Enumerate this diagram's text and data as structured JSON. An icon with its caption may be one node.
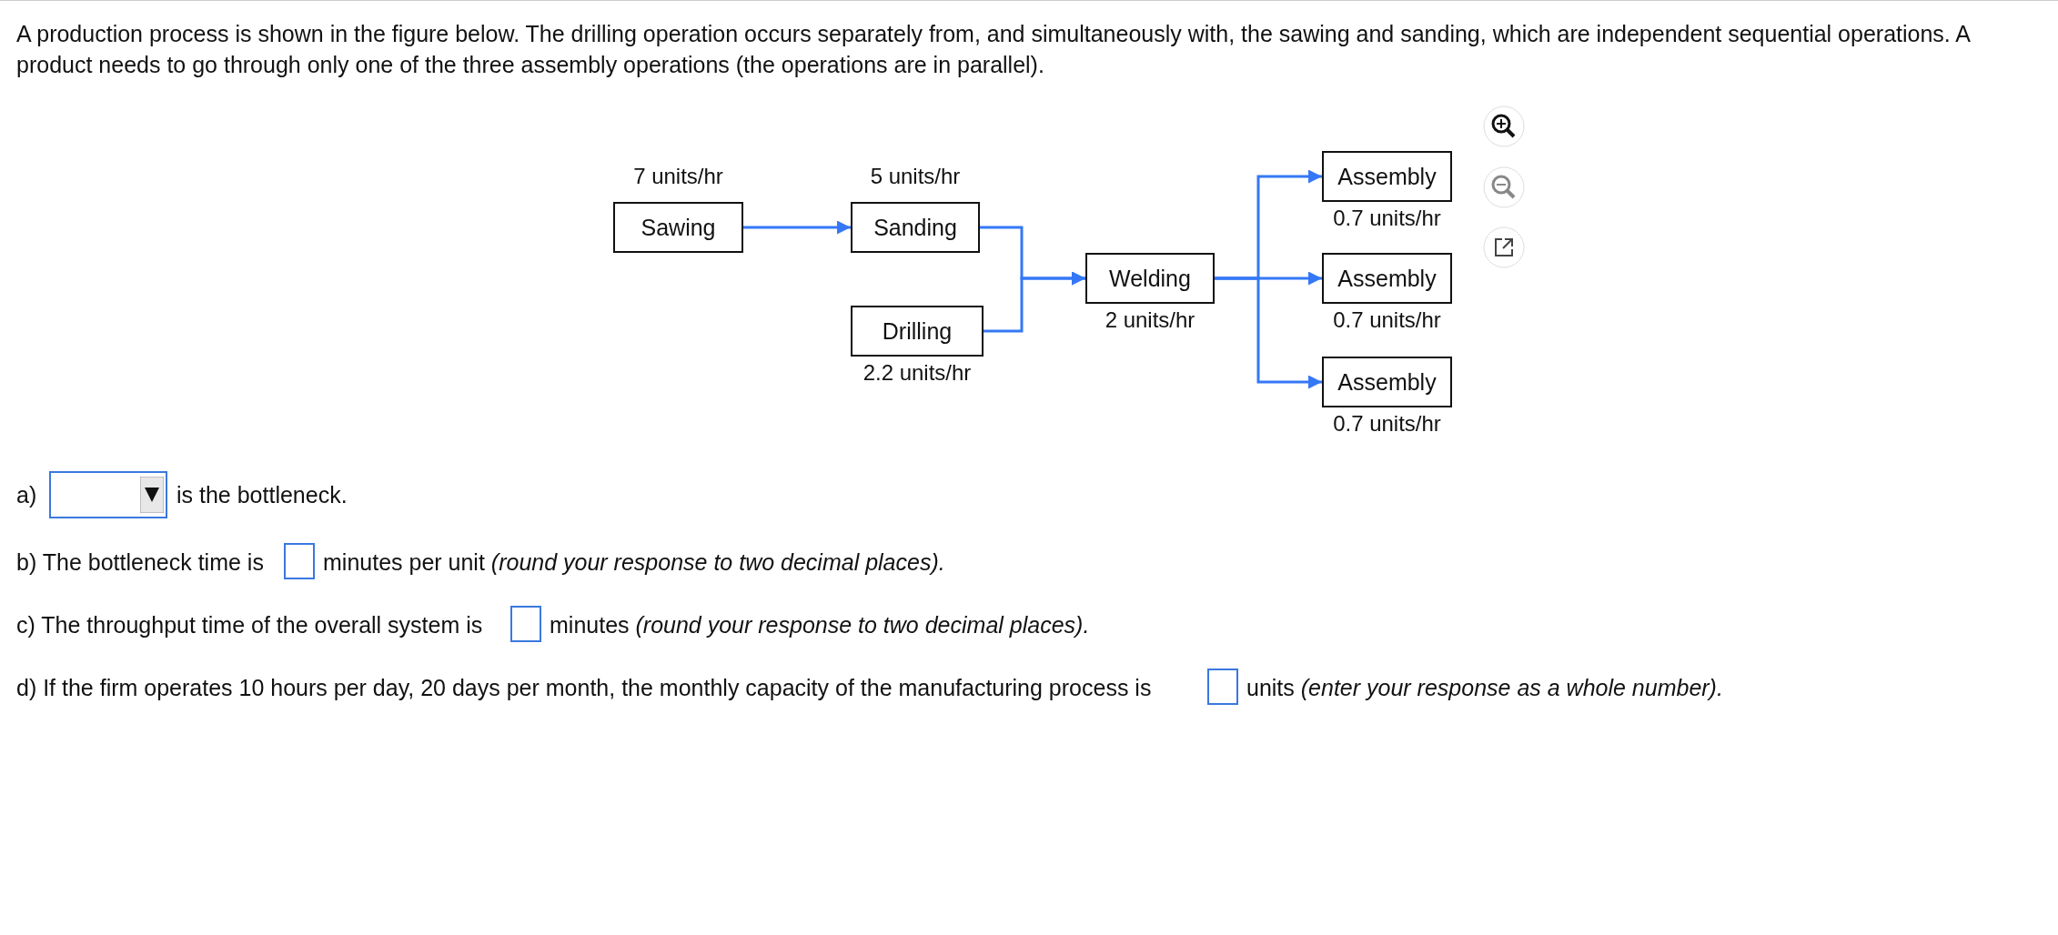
{
  "diagram": {
    "title": "A production process is shown in the figure below. The drilling operation occurs separately from, and simultaneously with, the sawing and sanding, which are independent sequential operations. A product needs to go through only one of the three assembly operations (the operations are in parallel).",
    "nodes": [
      {
        "text": [
          "Sawing"
        ],
        "beside": [
          "7 units/hr"
        ]
      },
      {
        "text": [
          "Sanding"
        ],
        "beside": [
          "5 units/hr"
        ]
      },
      {
        "text": [
          "Drilling"
        ],
        "beside": [
          "2.2 units/hr"
        ]
      },
      {
        "text": [
          "Welding"
        ],
        "beside": [
          "2 units/hr"
        ]
      },
      {
        "text": [
          "Assembly"
        ],
        "beside": [
          "0.7 units/hr"
        ]
      },
      {
        "text": [
          "Assembly"
        ],
        "beside": [
          "0.7 units/hr"
        ]
      },
      {
        "text": [
          "Assembly"
        ],
        "beside": [
          "0.7 units/hr"
        ]
      }
    ],
    "edges": [
      {
        "from": 0,
        "to": 1,
        "arrow": "to"
      },
      {
        "from": 1,
        "to": 3,
        "arrow": "to"
      },
      {
        "from": 2,
        "to": 3,
        "arrow": "to"
      },
      {
        "from": 3,
        "to": 4,
        "arrow": "to"
      },
      {
        "from": 3,
        "to": 5,
        "arrow": "to"
      },
      {
        "from": 3,
        "to": 6,
        "arrow": "to"
      }
    ],
    "labels": [
      "a)",
      "is the bottleneck.",
      "b) The bottleneck time is",
      "minutes per unit *(round your response to two decimal places).*",
      "c) The throughput time of the overall system is",
      "minutes *(round your response to two decimal places).*",
      "d) If the firm operates 10 hours per day, 20 days per month, the monthly capacity of the manufacturing process is",
      "units *(enter your response as a whole number).*"
    ]
  }
}
